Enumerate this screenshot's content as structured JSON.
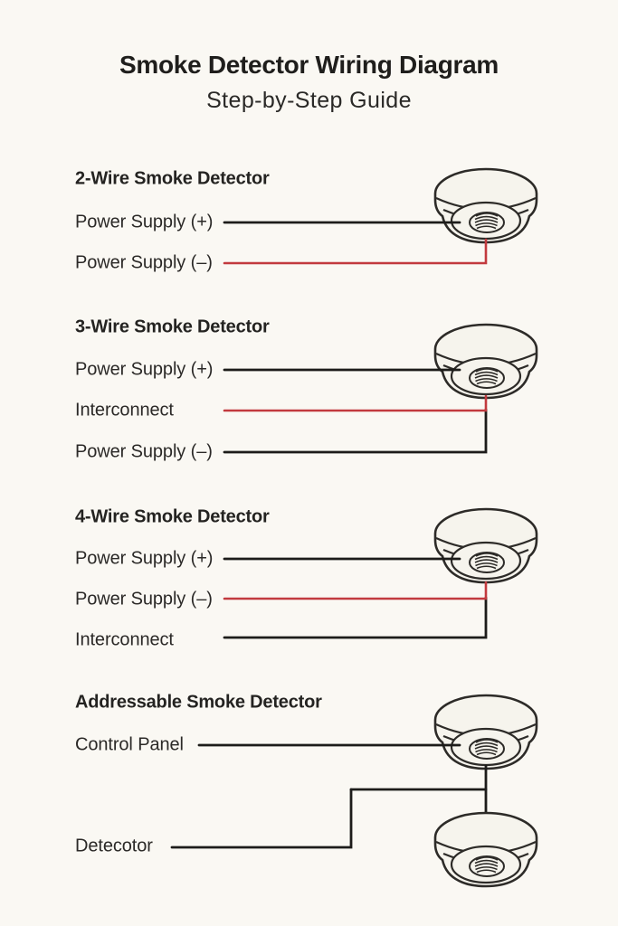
{
  "header": {
    "title": "Smoke Detector Wiring Diagram",
    "subtitle": "Step-by-Step Guide"
  },
  "colors": {
    "background": "#faf8f3",
    "text_color": "#2b2927",
    "wire_black": "#1d1c1a",
    "wire_red": "#c23a3e",
    "detector_fill": "#f6f4ed",
    "detector_stroke": "#2d2b28"
  },
  "sections": [
    {
      "heading": "2-Wire Smoke Detector",
      "detector_count": 1,
      "labels": [
        {
          "text": "Power Supply (+)",
          "wire_color": "black"
        },
        {
          "text": "Power Supply (–)",
          "wire_color": "red"
        }
      ]
    },
    {
      "heading": "3-Wire Smoke Detector",
      "detector_count": 1,
      "labels": [
        {
          "text": "Power Supply (+)",
          "wire_color": "black"
        },
        {
          "text": "Interconnect",
          "wire_color": "red"
        },
        {
          "text": "Power Supply (–)",
          "wire_color": "black"
        }
      ]
    },
    {
      "heading": "4-Wire Smoke Detector",
      "detector_count": 1,
      "labels": [
        {
          "text": "Power Supply (+)",
          "wire_color": "black"
        },
        {
          "text": "Power Supply (–)",
          "wire_color": "red"
        },
        {
          "text": "Interconnect",
          "wire_color": "black"
        }
      ]
    },
    {
      "heading": "Addressable Smoke Detector",
      "detector_count": 2,
      "labels": [
        {
          "text": "Control Panel",
          "wire_color": "black"
        },
        {
          "text": "Detecotor",
          "wire_color": "black"
        }
      ]
    }
  ]
}
